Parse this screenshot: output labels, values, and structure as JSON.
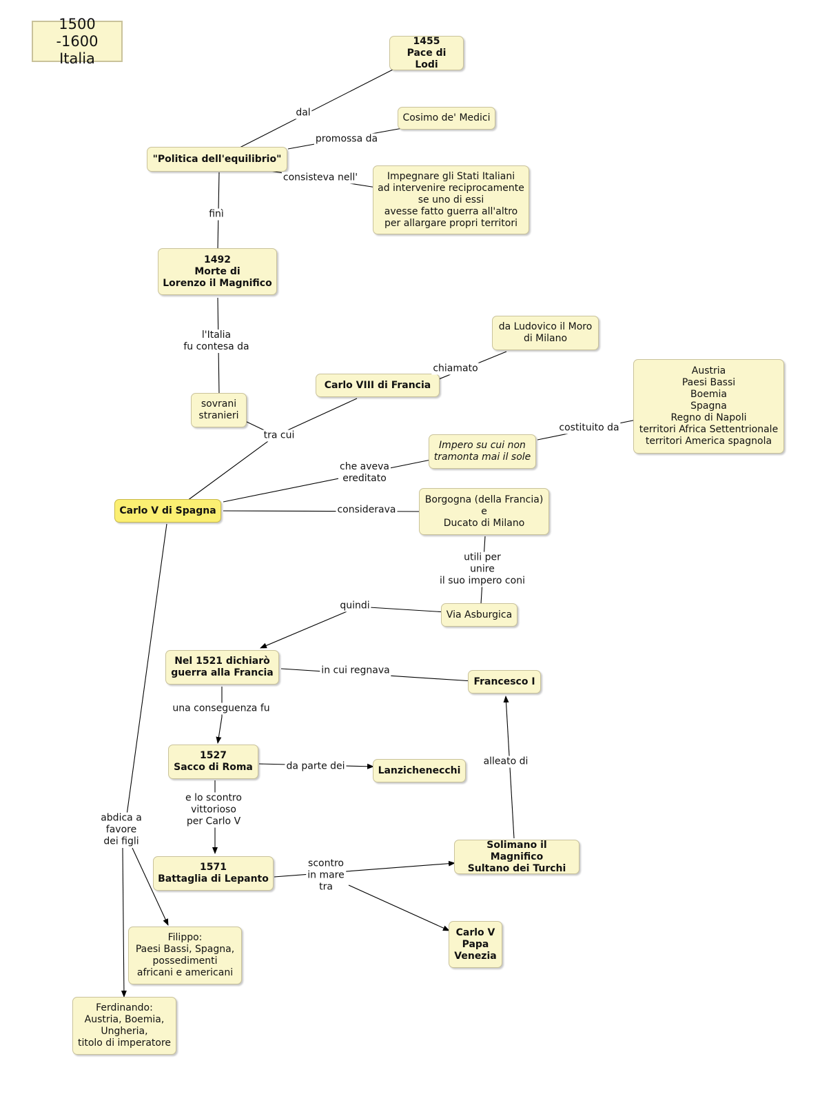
{
  "title": "1500 -1600\nItalia",
  "nodes": {
    "pace_lodi": "1455\nPace di Lodi",
    "cosimo": "Cosimo de' Medici",
    "politica": "\"Politica dell'equilibrio\"",
    "impegnare": "Impegnare gli Stati Italiani\nad intervenire reciprocamente\nse uno di essi\navesse fatto guerra all'altro\nper allargare propri territori",
    "morte_lorenzo": "1492\nMorte di\nLorenzo il Magnifico",
    "ludovico": "da Ludovico il Moro\ndi Milano",
    "austria_list": "Austria\nPaesi Bassi\nBoemia\nSpagna\nRegno di Napoli\nterritori Africa Settentrionale\nterritori America spagnola",
    "carlo_viii": "Carlo VIII di Francia",
    "sovrani": "sovrani\nstranieri",
    "impero": "Impero su cui non\ntramonta mai il sole",
    "carlo_v": "Carlo V di Spagna",
    "borgogna": "Borgogna (della Francia)\ne\nDucato di Milano",
    "via": "Via Asburgica",
    "guerra_1521": "Nel 1521 dichiarò\nguerra alla Francia",
    "francesco": "Francesco I",
    "sacco": "1527\nSacco di Roma",
    "lanzi": "Lanzichenecchi",
    "solimano": "Solimano il Magnifico\nSultano dei Turchi",
    "lepanto": "1571\nBattaglia di Lepanto",
    "filippo": "Filippo:\nPaesi Bassi, Spagna,\npossedimenti\nafricani e americani",
    "carlo_papa": "Carlo V\nPapa\nVenezia",
    "ferdinando": "Ferdinando:\nAustria, Boemia,\nUngheria,\ntitolo di imperatore"
  },
  "labels": {
    "dal": "dal",
    "promossa": "promossa da",
    "consisteva": "consisteva nell'",
    "fini": "finì",
    "contesa": "l'Italia\nfu contesa da",
    "chiamato": "chiamato",
    "tra_cui": "tra cui",
    "costituito": "costituito da",
    "ereditato": "che aveva\nereditato",
    "considerava": "considerava",
    "utili": "utili per\nunire\nil suo impero coni",
    "quindi": "quindi",
    "regnava": "in cui regnava",
    "conseguenza": "una conseguenza fu",
    "da_parte": "da parte dei",
    "scontro_vitt": "e lo scontro\nvittorioso\nper Carlo V",
    "alleato": "alleato di",
    "abdica": "abdica a\nfavore\ndei figli",
    "scontro_mare": "scontro\nin mare\ntra"
  }
}
